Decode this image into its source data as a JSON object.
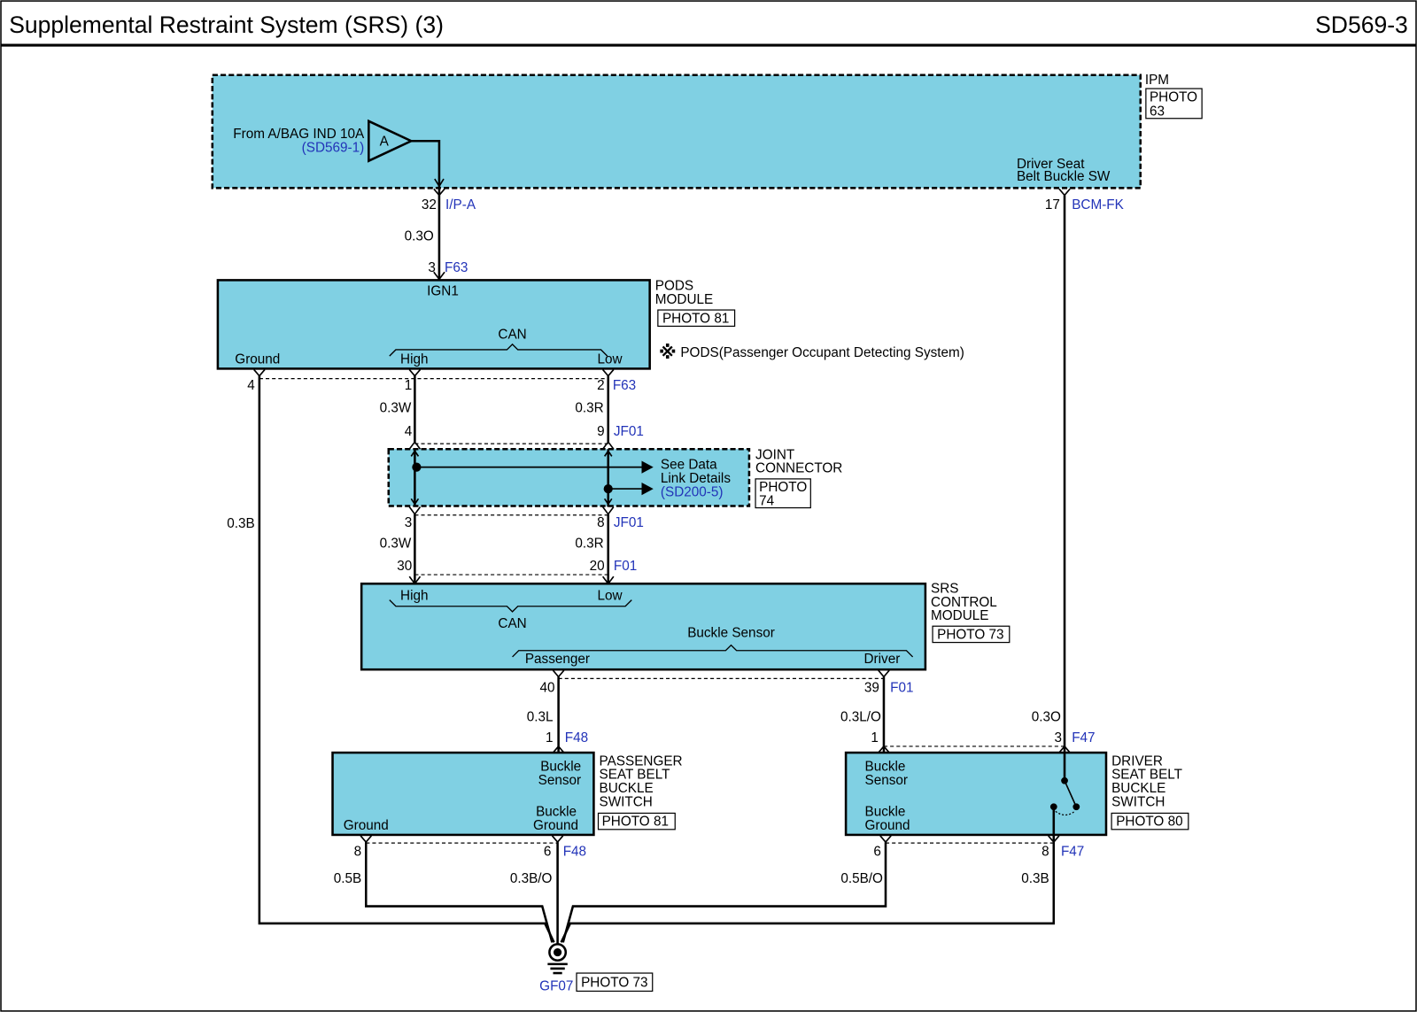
{
  "header": {
    "title": "Supplemental Restraint System (SRS) (3)",
    "page_code": "SD569-3"
  },
  "colors": {
    "component_fill": "#80d0e3",
    "reference_text": "#2233b8"
  },
  "ipm": {
    "name": "IPM",
    "photo": [
      "PHOTO",
      "63"
    ],
    "source_label": "From A/BAG IND 10A",
    "source_ref": "(SD569-1)",
    "source_marker": "A",
    "switch_input_label": [
      "Driver Seat",
      "Belt Buckle SW"
    ],
    "pin_ign": {
      "pin": "32",
      "connector": "I/P-A"
    },
    "pin_buckle_sw": {
      "pin": "17",
      "connector": "BCM-FK"
    }
  },
  "pods_module": {
    "name": [
      "PODS",
      "MODULE"
    ],
    "photo": "PHOTO 81",
    "note_mark": "※",
    "note": "PODS(Passenger Occupant Detecting System)",
    "terminals": {
      "ign": "IGN1",
      "can": "CAN",
      "high": "High",
      "low": "Low",
      "ground": "Ground"
    },
    "pin_ign": {
      "pin": "3",
      "connector": "F63"
    },
    "pin_ground": {
      "pin": "4"
    },
    "pin_can_high": {
      "pin": "1"
    },
    "pin_can_low": {
      "pin": "2",
      "connector": "F63"
    }
  },
  "joint_connector": {
    "name": [
      "JOINT",
      "CONNECTOR"
    ],
    "photo": [
      "PHOTO",
      "74"
    ],
    "link_note": [
      "See Data",
      "Link Details"
    ],
    "link_ref": "(SD200-5)",
    "upper_pins": {
      "high": "4",
      "low": "9",
      "connector": "JF01"
    },
    "lower_pins": {
      "high": "3",
      "low": "8",
      "connector": "JF01"
    }
  },
  "srs_control_module": {
    "name": [
      "SRS",
      "CONTROL",
      "MODULE"
    ],
    "photo": "PHOTO 73",
    "terminals": {
      "high": "High",
      "low": "Low",
      "can": "CAN",
      "buckle_sensor": "Buckle Sensor",
      "passenger": "Passenger",
      "driver": "Driver"
    },
    "can_pins": {
      "high": "30",
      "low": "20",
      "connector": "F01"
    },
    "buckle_pins": {
      "passenger": "40",
      "driver": "39",
      "connector": "F01"
    }
  },
  "passenger_buckle_switch": {
    "name": [
      "PASSENGER",
      "SEAT BELT",
      "BUCKLE",
      "SWITCH"
    ],
    "photo": "PHOTO 81",
    "terminals": {
      "buckle_sensor": [
        "Buckle",
        "Sensor"
      ],
      "buckle_ground": [
        "Buckle",
        "Ground"
      ],
      "ground": "Ground"
    },
    "sensor_pin": {
      "pin": "1",
      "connector": "F48"
    },
    "ground_pins": {
      "ground": "8",
      "buckle_ground": "6",
      "connector": "F48"
    }
  },
  "driver_buckle_switch": {
    "name": [
      "DRIVER",
      "SEAT BELT",
      "BUCKLE",
      "SWITCH"
    ],
    "photo": "PHOTO 80",
    "terminals": {
      "buckle_sensor": [
        "Buckle",
        "Sensor"
      ],
      "buckle_ground": [
        "Buckle",
        "Ground"
      ]
    },
    "sensor_pin": {
      "pin": "1"
    },
    "switch_pin": {
      "pin": "3",
      "connector": "F47"
    },
    "ground_pins": {
      "buckle_ground": "6",
      "ground": "8",
      "connector": "F47"
    }
  },
  "ground_point": {
    "id": "GF07",
    "photo": "PHOTO 73"
  },
  "wires": {
    "ipm_to_pods_ign": "0.3O",
    "pods_ground": "0.3B",
    "can_high_pods_joint": "0.3W",
    "can_low_pods_joint": "0.3R",
    "can_high_joint_srs": "0.3W",
    "can_low_joint_srs": "0.3R",
    "passenger_sensor": "0.3L",
    "driver_sensor": "0.3L/O",
    "driver_switch_to_ipm": "0.3O",
    "passenger_ground": "0.5B",
    "passenger_buckle_ground": "0.3B/O",
    "driver_buckle_ground": "0.5B/O",
    "driver_ground": "0.3B"
  }
}
